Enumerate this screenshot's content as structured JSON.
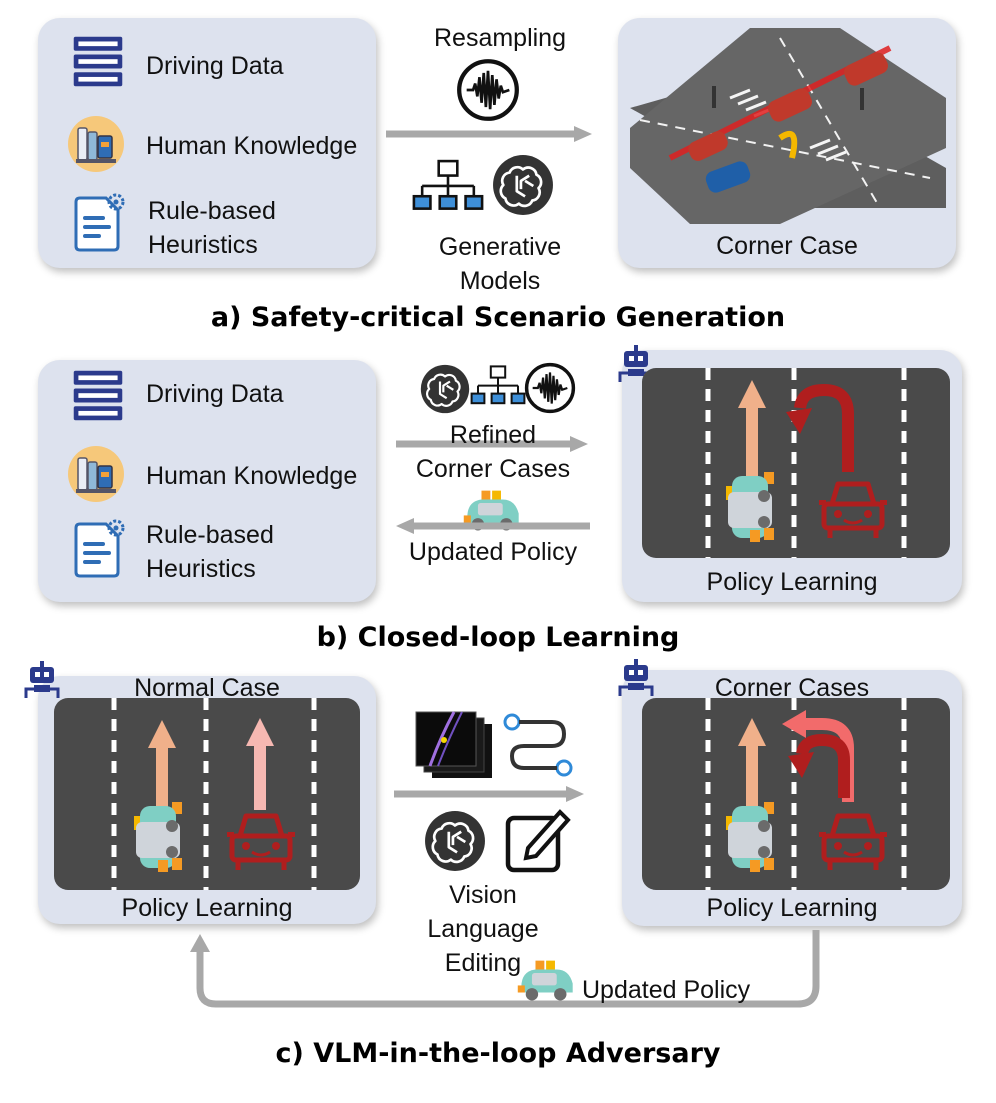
{
  "panel_a": {
    "items": [
      {
        "label": "Driving Data",
        "icon": "server-icon"
      },
      {
        "label": "Human Knowledge",
        "icon": "books-icon"
      },
      {
        "label": "Rule-based\nHeuristics",
        "icon": "document-gear-icon"
      }
    ],
    "arrow_top_label": "Resampling",
    "arrow_bottom_label": "Generative\nModels",
    "output_label": "Corner Case",
    "title": "a) Safety-critical Scenario Generation"
  },
  "panel_b": {
    "items": [
      {
        "label": "Driving Data",
        "icon": "server-icon"
      },
      {
        "label": "Human Knowledge",
        "icon": "books-icon"
      },
      {
        "label": "Rule-based\nHeuristics",
        "icon": "document-gear-icon"
      }
    ],
    "forward_label": "Refined\nCorner Cases",
    "backward_label": "Updated Policy",
    "output_label": "Policy Learning",
    "title": "b) Closed-loop Learning"
  },
  "panel_c": {
    "left_top_label": "Normal Case",
    "left_bottom_label": "Policy Learning",
    "right_top_label": "Corner Cases",
    "right_bottom_label": "Policy Learning",
    "middle_label": "Vision\nLanguage\nEditing",
    "feedback_label": "Updated Policy",
    "title": "c) VLM-in-the-loop Adversary"
  },
  "colors": {
    "panel_bg": "#dde2ee",
    "road": "#4a4a4a",
    "icon_blue": "#2b3a8c",
    "red_car": "#b01e1e",
    "ego_car": "#7fcfc4",
    "arrow_gray": "#a8a8a8"
  }
}
